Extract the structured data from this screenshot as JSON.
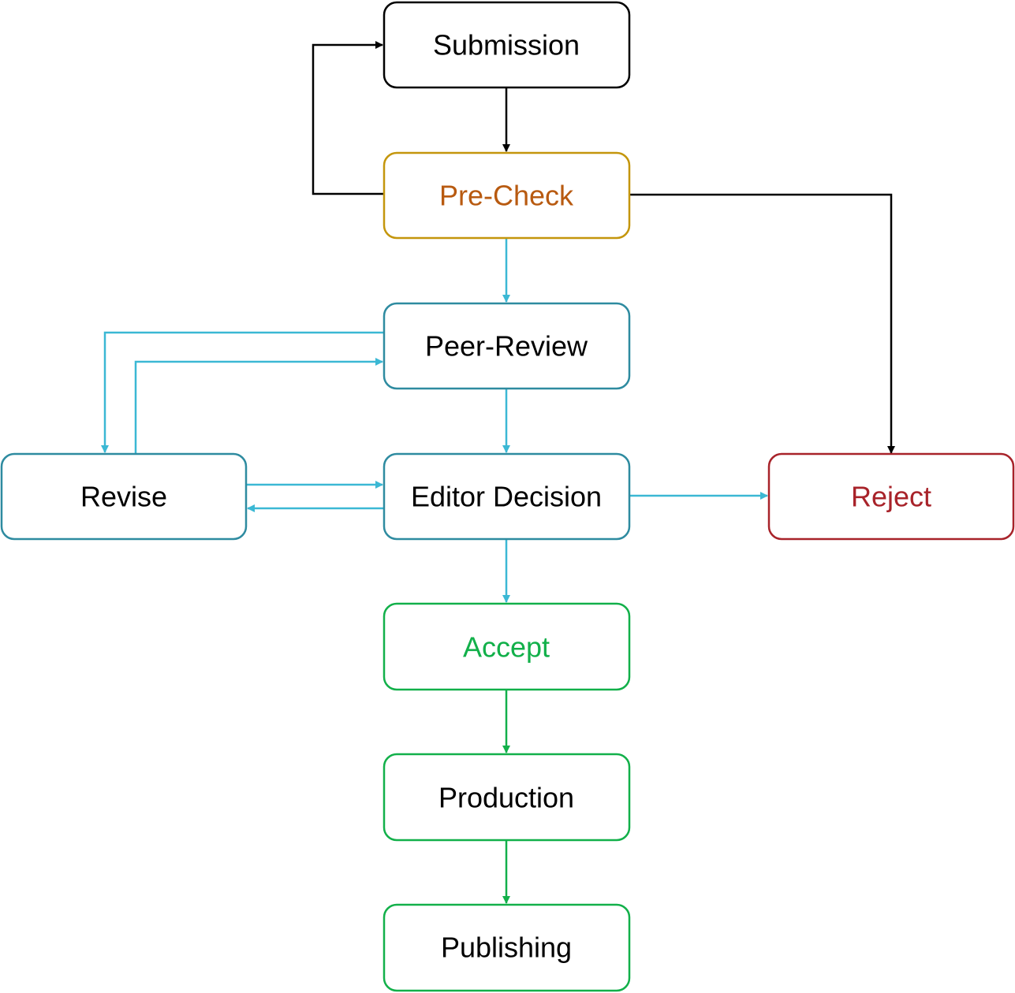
{
  "colors": {
    "black": "#000000",
    "precheck": "#C4960C",
    "precheck_text": "#B85A10",
    "review": "#2E8BA0",
    "review_arrow": "#3BB8D4",
    "reject": "#A8232A",
    "accept": "#12B04A"
  },
  "nodes": {
    "submission": {
      "label": "Submission"
    },
    "precheck": {
      "label": "Pre-Check"
    },
    "peer_review": {
      "label": "Peer-Review"
    },
    "revise": {
      "label": "Revise"
    },
    "editor_decision": {
      "label": "Editor Decision"
    },
    "reject": {
      "label": "Reject"
    },
    "accept": {
      "label": "Accept"
    },
    "production": {
      "label": "Production"
    },
    "publishing": {
      "label": "Publishing"
    }
  }
}
